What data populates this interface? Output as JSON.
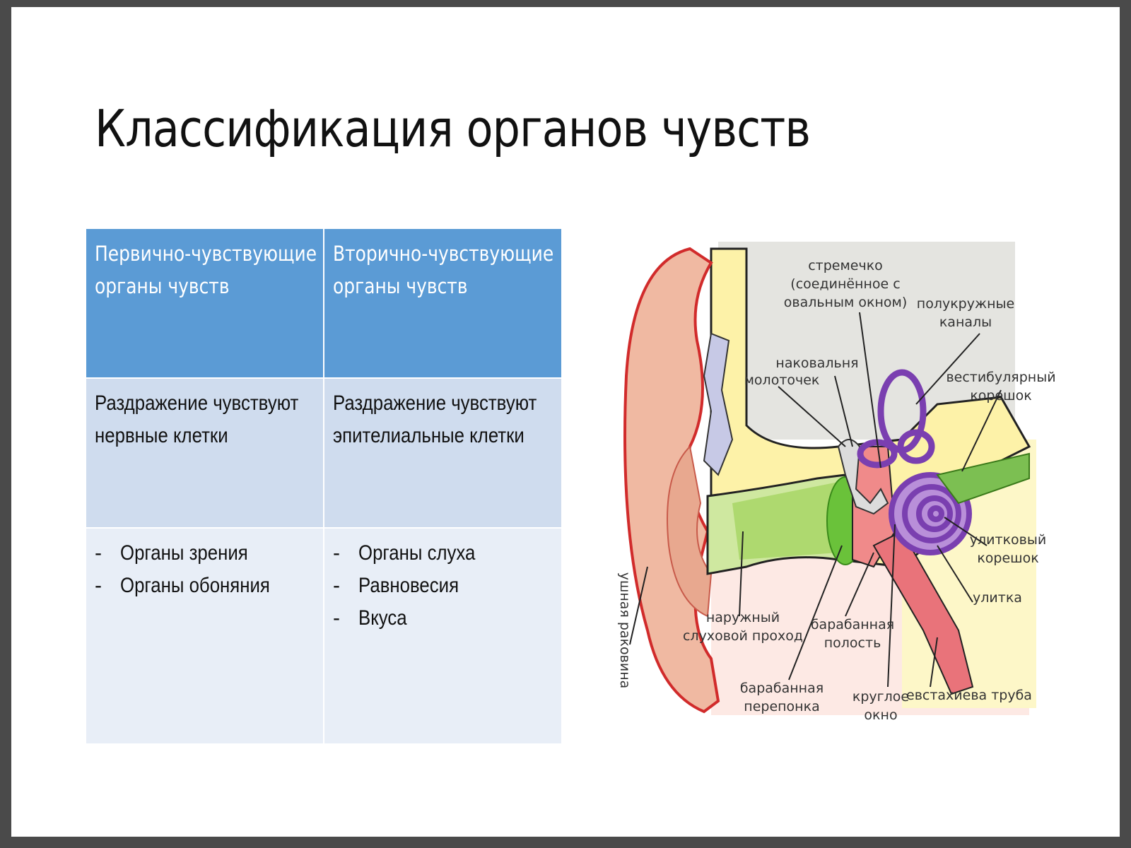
{
  "slide": {
    "title": "Классификация органов чувств"
  },
  "table": {
    "headers": [
      [
        "Первично-чувствующие",
        "органы чувств"
      ],
      [
        "Вторично-чувствующие",
        "органы чувств"
      ]
    ],
    "row1": [
      [
        "Раздражение чувствуют",
        "нервные клетки"
      ],
      [
        "Раздражение чувствуют",
        "эпителиальные клетки"
      ]
    ],
    "row2": [
      [
        "Органы зрения",
        "Органы обоняния"
      ],
      [
        "Органы слуха",
        "Равновесия",
        "Вкуса"
      ]
    ]
  },
  "diagram": {
    "labels": {
      "stapes_1": "стремечко",
      "stapes_2": "(соединённое с",
      "stapes_3": "овальным окном)",
      "canals_1": "полукружные",
      "canals_2": "каналы",
      "incus": "наковальня",
      "malleus": "молоточек",
      "vestibular_1": "вестибулярный",
      "vestibular_2": "корешок",
      "cochlear_1": "улитковый",
      "cochlear_2": "корешок",
      "cochlea": "улитка",
      "canal_1": "наружный",
      "canal_2": "слуховой проход",
      "cavity_1": "барабанная",
      "cavity_2": "полость",
      "membrane_1": "барабанная",
      "membrane_2": "перепонка",
      "round_1": "круглое",
      "round_2": "окно",
      "eustachian": "евстахиева труба",
      "pinna": "ушная раковина"
    }
  }
}
